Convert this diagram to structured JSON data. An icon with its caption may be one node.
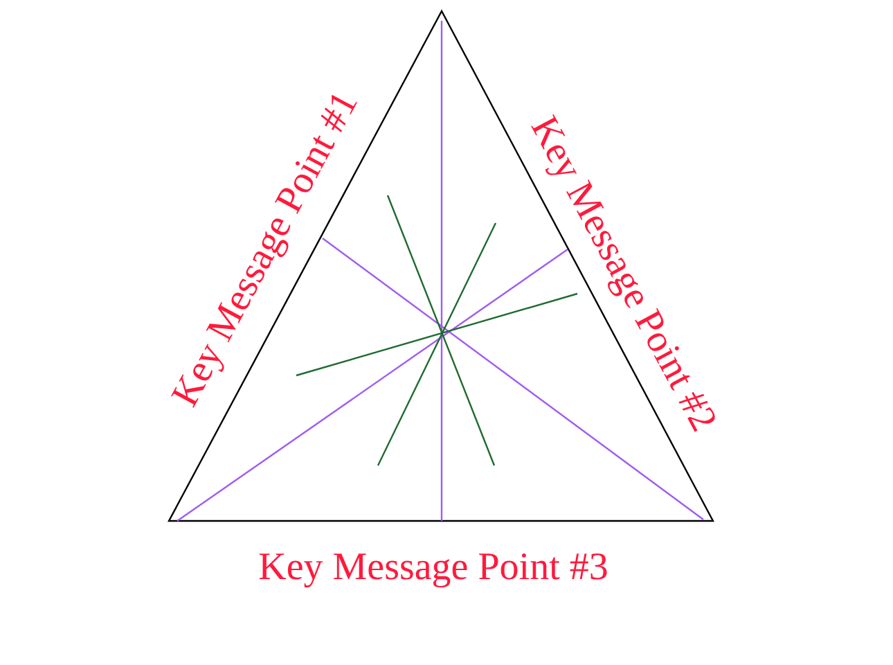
{
  "diagram": {
    "labels": [
      "Key Message Point #1",
      "Key Message Point #2",
      "Key Message Point #3"
    ]
  }
}
